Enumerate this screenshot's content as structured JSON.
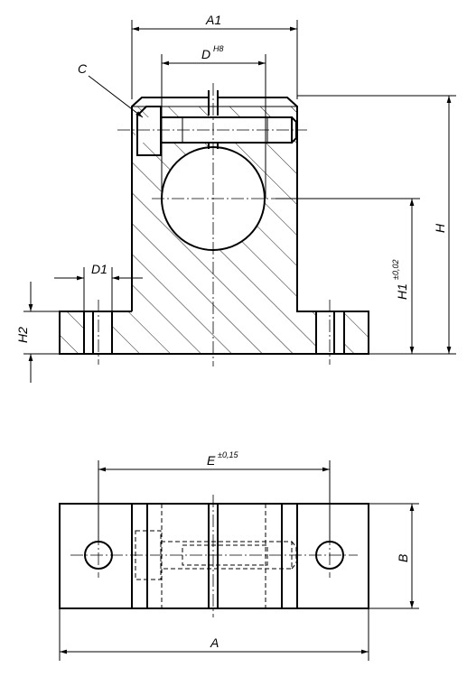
{
  "labels": {
    "a1": "A1",
    "d": "D",
    "d_tol": "H8",
    "c": "C",
    "d1": "D1",
    "h2": "H2",
    "h1": "H1",
    "h1_tol": "±0,02",
    "h": "H",
    "e": "E",
    "e_tol": "±0,15",
    "b": "B",
    "a": "A"
  }
}
